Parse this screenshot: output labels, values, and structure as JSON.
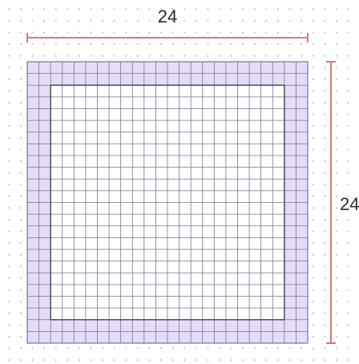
{
  "grid": {
    "columns": 24,
    "rows": 24,
    "padding_cells": 2,
    "colors": {
      "padding_fill": "#e4dcf8",
      "grid_line": "#7c7290",
      "outline": "#4a4550",
      "inner_fill": "#ffffff",
      "dimension_line": "#d47a72",
      "background_dot": "#c9b8c9"
    }
  },
  "dimensions": {
    "width_label": "24",
    "height_label": "24"
  }
}
